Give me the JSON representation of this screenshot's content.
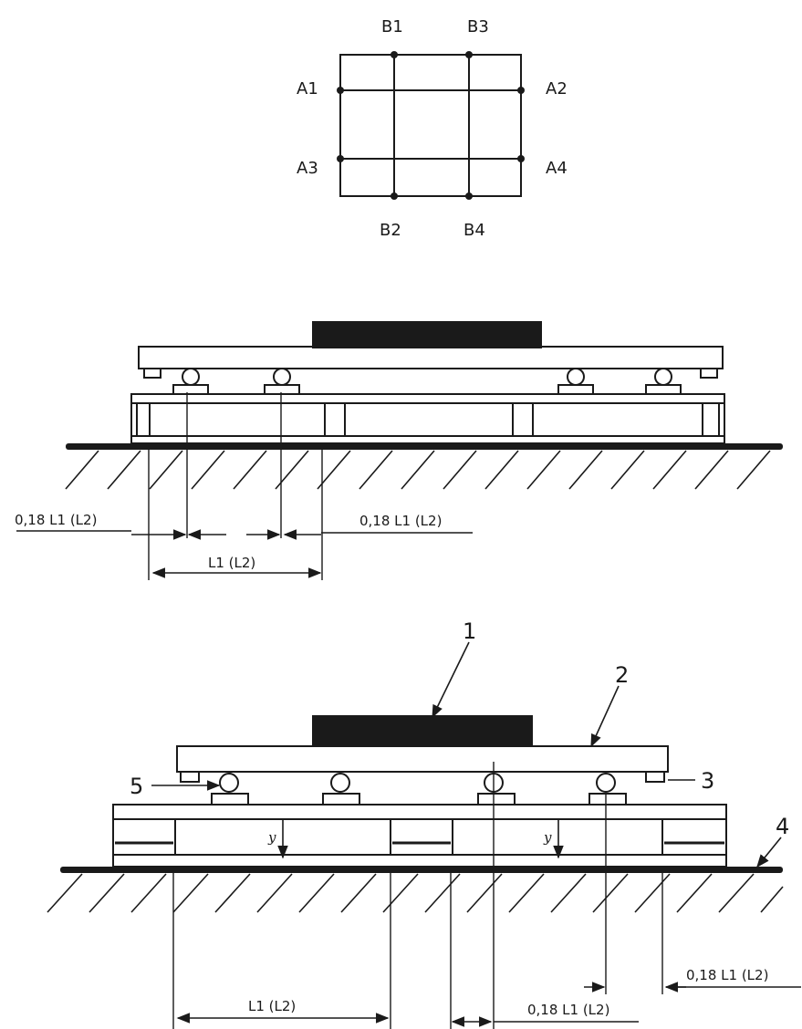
{
  "plan": {
    "labels": {
      "b1": "B1",
      "b3": "B3",
      "a1": "A1",
      "a2": "A2",
      "a3": "A3",
      "a4": "A4",
      "b2": "B2",
      "b4": "B4"
    }
  },
  "view1": {
    "dim_left": "0,18 L1 (L2)",
    "dim_right": "0,18 L1 (L2)",
    "dim_span": "L1 (L2)"
  },
  "view2": {
    "callouts": [
      "1",
      "2",
      "3",
      "4",
      "5"
    ],
    "y_label": "y",
    "dim_right": "0,18 L1 (L2)",
    "dim_span": "L1 (L2)",
    "dim_center": "0,18 L1 (L2)"
  }
}
